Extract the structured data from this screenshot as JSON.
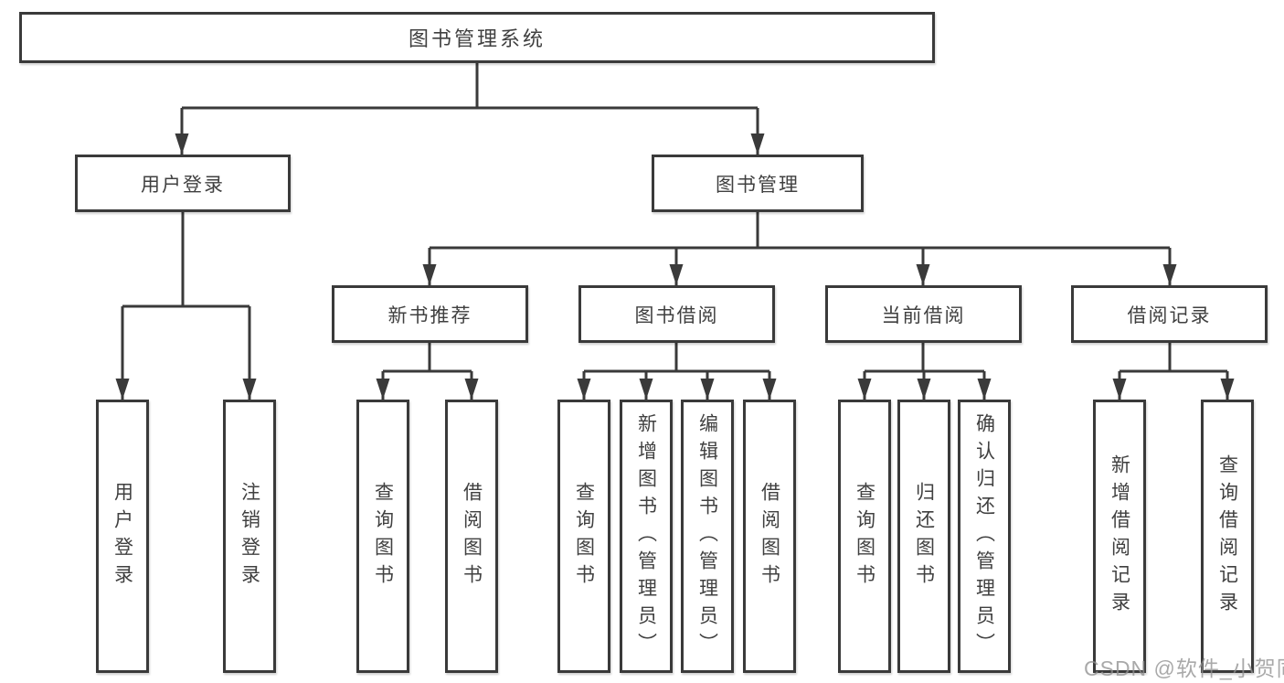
{
  "colors": {
    "line": "#3a3a3a",
    "text": "#404040",
    "box_background": "#ffffff",
    "page_background": "#ffffff",
    "watermark": "#919191"
  },
  "diagram": {
    "root": {
      "label": "图书管理系统"
    },
    "level2": [
      {
        "label": "用户登录"
      },
      {
        "label": "图书管理"
      }
    ],
    "level3": [
      {
        "label": "新书推荐"
      },
      {
        "label": "图书借阅"
      },
      {
        "label": "当前借阅"
      },
      {
        "label": "借阅记录"
      }
    ],
    "leaves": {
      "user_login": [
        {
          "label": "用户登录"
        },
        {
          "label": "注销登录"
        }
      ],
      "new_book": [
        {
          "label": "查询图书"
        },
        {
          "label": "借阅图书"
        }
      ],
      "book_borrow": [
        {
          "label": "查询图书"
        },
        {
          "label": "新增图书（管理员）"
        },
        {
          "label": "编辑图书（管理员）"
        },
        {
          "label": "借阅图书"
        }
      ],
      "current_borrow": [
        {
          "label": "查询图书"
        },
        {
          "label": "归还图书"
        },
        {
          "label": "确认归还（管理员）"
        }
      ],
      "borrow_record": [
        {
          "label": "新增借阅记录"
        },
        {
          "label": "查询借阅记录"
        }
      ]
    }
  },
  "watermark": {
    "text": "CSDN @软件_小贺同学"
  }
}
